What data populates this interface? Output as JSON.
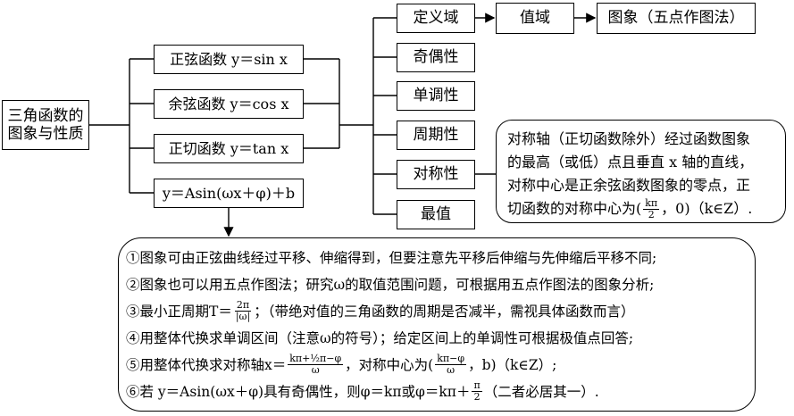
{
  "root": {
    "line1": "三角函数的",
    "line2": "图象与性质"
  },
  "functions": [
    {
      "label": "正弦函数 y＝sin x"
    },
    {
      "label": "余弦函数 y＝cos x"
    },
    {
      "label": "正切函数 y＝tan x"
    },
    {
      "label": "y＝Asin(ωx＋φ)＋b"
    }
  ],
  "properties": [
    "定义域",
    "奇偶性",
    "单调性",
    "周期性",
    "对称性",
    "最值"
  ],
  "chain": [
    "值域",
    "图象（五点作图法）"
  ],
  "symmetry_note": {
    "line1": "对称轴（正切函数除外）经过函数图象",
    "line2": "的最高（或低）点且垂直 x 轴的直线，",
    "line3": "对称中心是正余弦函数图象的零点，正",
    "line4_pre": "切函数的对称中心为(",
    "frac_num": "kπ",
    "frac_den": "2",
    "line4_post": "，0)（k∈Z）."
  },
  "notes": {
    "n1": "①图象可由正弦曲线经过平移、伸缩得到，但要注意先平移后伸缩与先伸缩后平移不同;",
    "n2": "②图象也可以用五点作图法；研究ω的取值范围问题，可根据用五点作图法的图象分析;",
    "n3_pre": "③最小正周期T＝",
    "n3_num": "2π",
    "n3_den": "|ω|",
    "n3_post": "；（带绝对值的三角函数的周期是否减半，需视具体函数而言）",
    "n4": "④用整体代换求单调区间（注意ω的符号）；给定区间上的单调性可根据极值点回答;",
    "n5_pre": "⑤用整体代换求对称轴x＝",
    "n5_num": "kπ+½π−φ",
    "n5_den": "ω",
    "n5_mid": "，对称中心为(",
    "n5_num2": "kπ−φ",
    "n5_den2": "ω",
    "n5_post": "，b)（k∈Z）;",
    "n6_pre": "⑥若 y＝Asin(ωx＋φ)具有奇偶性，则φ＝kπ或φ＝kπ＋",
    "n6_num": "π",
    "n6_den": "2",
    "n6_post": "（二者必居其一）."
  }
}
